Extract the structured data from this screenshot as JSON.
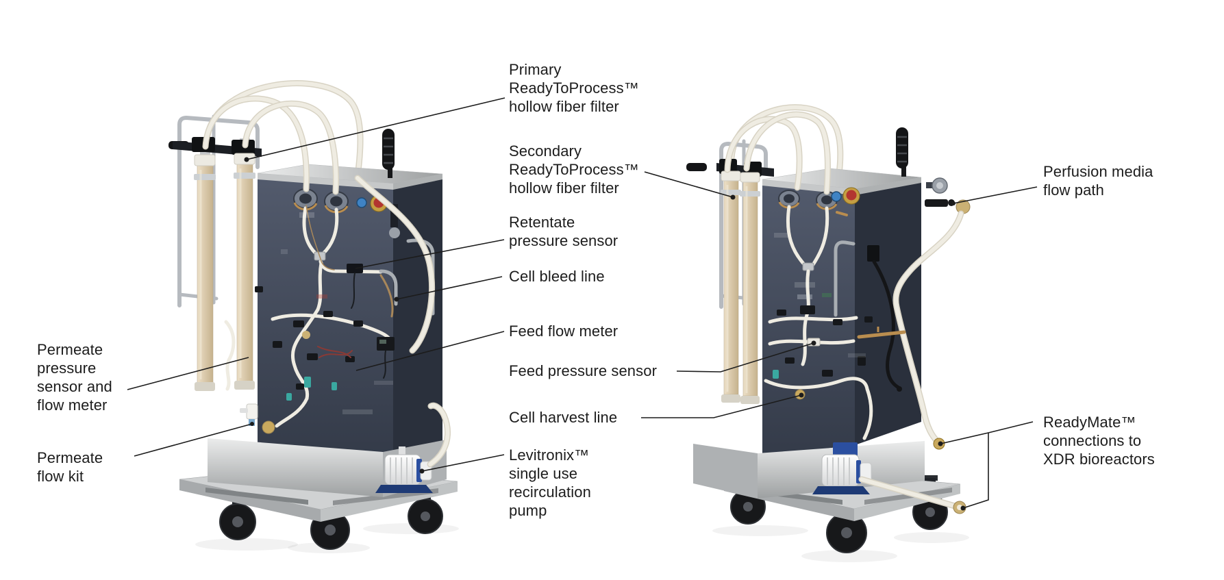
{
  "labels": {
    "primary_filter": {
      "lines": [
        "Primary",
        "ReadyToProcess™",
        "hollow fiber filter"
      ]
    },
    "secondary_filter": {
      "lines": [
        "Secondary",
        "ReadyToProcess™",
        "hollow fiber filter"
      ]
    },
    "retentate_sensor": {
      "lines": [
        "Retentate",
        "pressure sensor"
      ]
    },
    "cell_bleed_line": {
      "lines": [
        "Cell bleed line"
      ]
    },
    "feed_flow_meter": {
      "lines": [
        "Feed flow meter"
      ]
    },
    "feed_pressure_sensor": {
      "lines": [
        "Feed pressure sensor"
      ]
    },
    "cell_harvest_line": {
      "lines": [
        "Cell harvest line"
      ]
    },
    "levitronix_pump": {
      "lines": [
        "Levitronix™",
        "single use",
        "recirculation",
        "pump"
      ]
    },
    "permeate_sensor": {
      "lines": [
        "Permeate",
        "pressure",
        "sensor and",
        "flow meter"
      ]
    },
    "permeate_flow_kit": {
      "lines": [
        "Permeate",
        "flow kit"
      ]
    },
    "perfusion_media": {
      "lines": [
        "Perfusion media",
        "flow path"
      ]
    },
    "readymate_connections": {
      "lines": [
        "ReadyMate™",
        "connections to",
        "XDR bioreactors"
      ]
    }
  },
  "colors": {
    "label_text": "#1c1c1c",
    "leader": "#1c1c1c",
    "cabinet_top": "#535b6d",
    "cabinet_bottom": "#343b49",
    "cabinet_side": "#2a303c",
    "steel_light": "#ebecec",
    "steel_dark": "#9da0a1",
    "deck_top": "#d0d2d3",
    "filter_light": "#ecdfc7",
    "filter_dark": "#c6b28d",
    "tubing": "#efece2",
    "tubing_edge": "#d8d3c4",
    "frame_steel": "#b6babf",
    "estop_red": "#b23530",
    "estop_collar": "#c59f43",
    "button_blue": "#3f83c4",
    "pump_blue": "#2b4fa0",
    "pump_blue_dark": "#1e3a75",
    "caster": "#17181a",
    "amber": "#b98d4f",
    "panel_red": "#8a3a35",
    "teal": "#3aa8a0",
    "cable": "#141517"
  }
}
